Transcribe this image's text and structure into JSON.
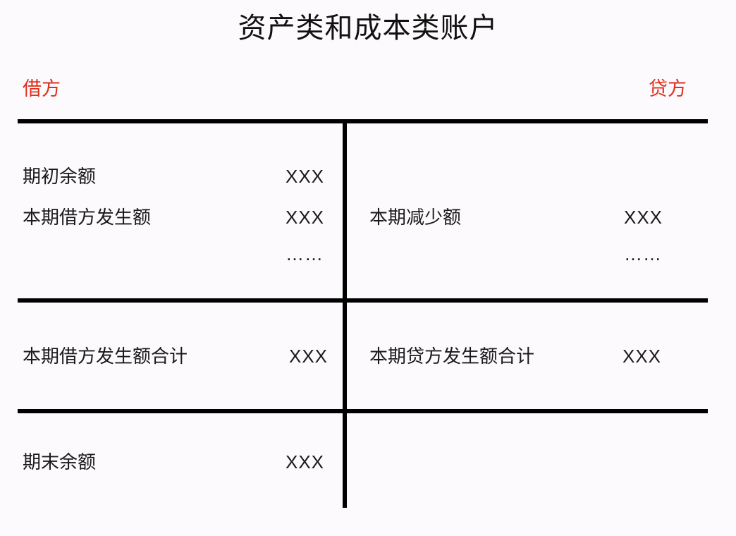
{
  "title": "资产类和成本类账户",
  "colors": {
    "header_red": "#e0301e",
    "rule_black": "#000000",
    "text_black": "#1a1a1a",
    "background": "#fcfafc"
  },
  "headers": {
    "debit": "借方",
    "credit": "贷方"
  },
  "table": {
    "ellipsis": "……",
    "sections": [
      {
        "name": "period-activity",
        "left": [
          {
            "label": "期初余额",
            "amount": "XXX"
          },
          {
            "label": "本期借方发生额",
            "amount": "XXX"
          },
          {
            "label": "",
            "amount": "……"
          }
        ],
        "right": [
          {
            "label": "本期减少额",
            "amount": "XXX"
          },
          {
            "label": "",
            "amount": "……"
          }
        ]
      },
      {
        "name": "period-totals",
        "left": [
          {
            "label": "本期借方发生额合计",
            "amount": "XXX"
          }
        ],
        "right": [
          {
            "label": "本期贷方发生额合计",
            "amount": "XXX"
          }
        ]
      },
      {
        "name": "ending-balance",
        "left": [
          {
            "label": "期末余额",
            "amount": "XXX"
          }
        ],
        "right": []
      }
    ]
  }
}
